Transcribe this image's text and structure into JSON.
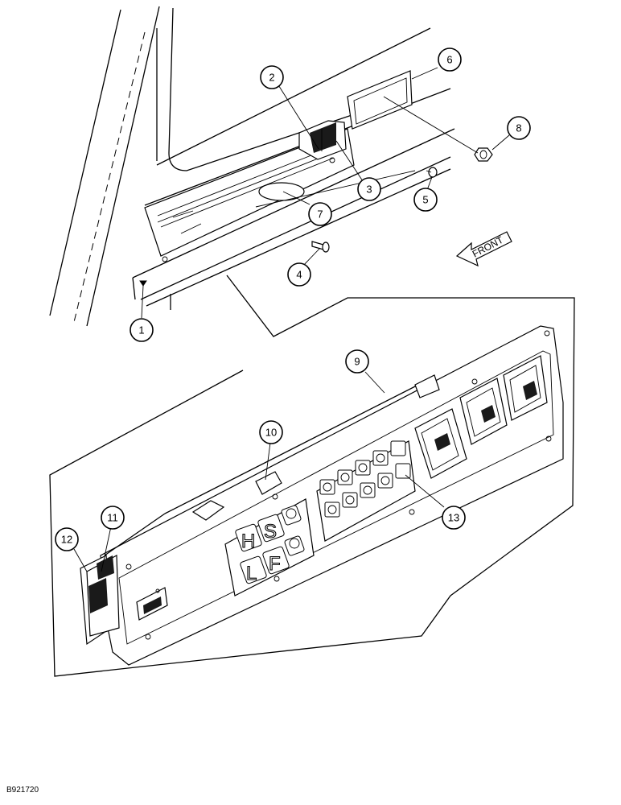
{
  "figure": {
    "id_label": "B921720",
    "front_label": "FRONT"
  },
  "callouts": [
    {
      "number": "1"
    },
    {
      "number": "2"
    },
    {
      "number": "3"
    },
    {
      "number": "4"
    },
    {
      "number": "5"
    },
    {
      "number": "6"
    },
    {
      "number": "7"
    },
    {
      "number": "8"
    },
    {
      "number": "9"
    },
    {
      "number": "10"
    },
    {
      "number": "11"
    },
    {
      "number": "12"
    },
    {
      "number": "13"
    }
  ],
  "panel_keys": {
    "large_letters": [
      "H",
      "S",
      "L",
      "F"
    ]
  }
}
